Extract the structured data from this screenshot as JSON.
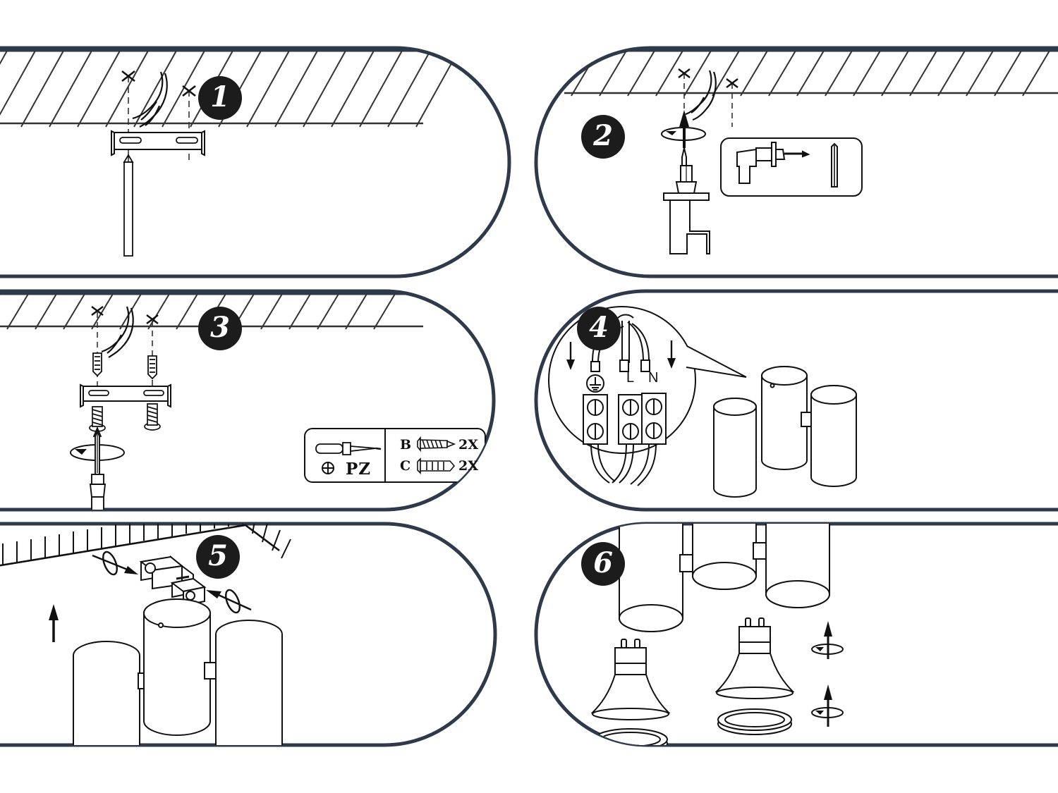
{
  "document": {
    "title": "Ceiling Spotlight Installation Instructions",
    "type": "assembly-instruction-sheet",
    "panel_count": 6,
    "line_color": "#2e3a4a",
    "ink_color": "#111111",
    "badge_color": "#1c1c1c",
    "badge_text_color": "#ffffff",
    "background": "#ffffff"
  },
  "steps": [
    {
      "number": "1",
      "name": "mark-drill-positions",
      "elements": [
        "ceiling-hatching",
        "mains-cable",
        "drill-cross-marks",
        "mounting-bracket",
        "pencil"
      ]
    },
    {
      "number": "2",
      "name": "drill-holes",
      "elements": [
        "ceiling-hatching",
        "mains-cable",
        "drill-cross-marks",
        "rotation-arrow",
        "drill",
        "drill-inset-box"
      ]
    },
    {
      "number": "3",
      "name": "fix-bracket-with-screws",
      "elements": [
        "ceiling-hatching",
        "mains-cable",
        "wall-plugs",
        "mounting-bracket",
        "screws",
        "screwdriver",
        "rotation-arrow",
        "parts-legend"
      ]
    },
    {
      "number": "4",
      "name": "connect-wiring",
      "elements": [
        "magnifier-circle",
        "wires",
        "terminal-block",
        "earth-symbol",
        "lamp-bodies"
      ]
    },
    {
      "number": "5",
      "name": "attach-lamp-to-bracket",
      "elements": [
        "angled-ceiling",
        "bracket",
        "grub-screw-rotation-arrows",
        "push-up-arrow",
        "lamp-bodies"
      ]
    },
    {
      "number": "6",
      "name": "insert-bulbs-and-rings",
      "elements": [
        "lamp-bodies",
        "gu10-bulbs",
        "retaining-rings",
        "insert-rotation-arrows"
      ]
    }
  ],
  "terminal_block": {
    "name": "connection-terminal",
    "earth_label": "earth-symbol",
    "live_label": "L",
    "neutral_label": "N"
  },
  "parts_legend": {
    "tool": {
      "name": "pozidriv-screwdriver",
      "symbol": "cross-recess-icon",
      "label": "PZ"
    },
    "parts": [
      {
        "code": "B",
        "icon": "screw-icon",
        "quantity": "2X"
      },
      {
        "code": "C",
        "icon": "wall-plug-icon",
        "quantity": "2X"
      }
    ]
  },
  "inset_box": {
    "name": "drill-tool-inset",
    "items": [
      "power-drill-icon",
      "drill-bit-icon"
    ]
  }
}
